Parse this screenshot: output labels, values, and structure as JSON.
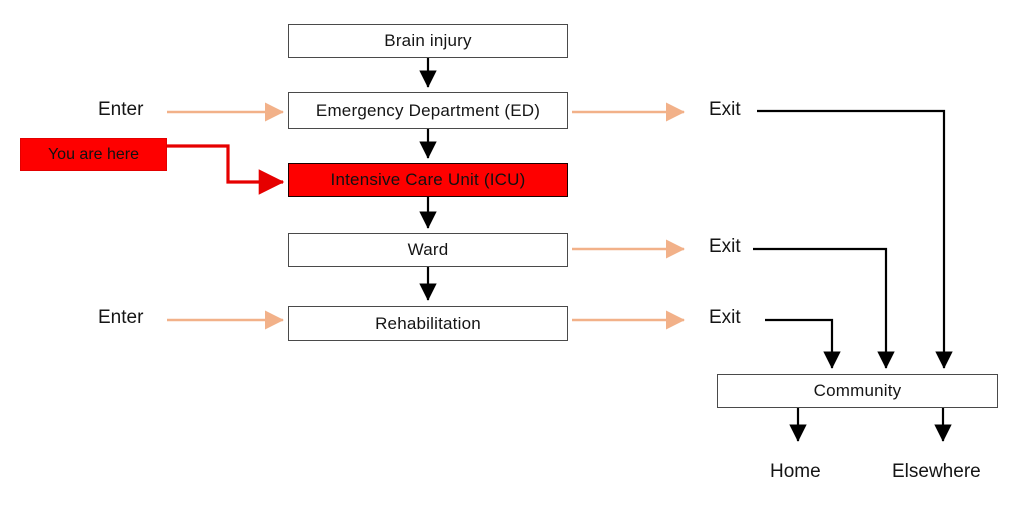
{
  "diagram": {
    "type": "flowchart",
    "nodes": {
      "brain_injury": "Brain injury",
      "ed": "Emergency Department (ED)",
      "icu": "Intensive Care Unit (ICU)",
      "ward": "Ward",
      "rehabilitation": "Rehabilitation",
      "community": "Community"
    },
    "labels": {
      "enter_ed": "Enter",
      "enter_rehab": "Enter",
      "exit_ed": "Exit",
      "exit_ward": "Exit",
      "exit_rehab": "Exit",
      "you_are_here": "You are here",
      "home": "Home",
      "elsewhere": "Elsewhere"
    },
    "highlighted_node": "Intensive Care Unit (ICU)",
    "edges": [
      {
        "from": "Brain injury",
        "to": "Emergency Department (ED)",
        "type": "flow"
      },
      {
        "from": "Emergency Department (ED)",
        "to": "Intensive Care Unit (ICU)",
        "type": "flow"
      },
      {
        "from": "Intensive Care Unit (ICU)",
        "to": "Ward",
        "type": "flow"
      },
      {
        "from": "Ward",
        "to": "Rehabilitation",
        "type": "flow"
      },
      {
        "from": "Enter",
        "to": "Emergency Department (ED)",
        "type": "entry"
      },
      {
        "from": "Enter",
        "to": "Rehabilitation",
        "type": "entry"
      },
      {
        "from": "Emergency Department (ED)",
        "to": "Exit",
        "type": "exit"
      },
      {
        "from": "Ward",
        "to": "Exit",
        "type": "exit"
      },
      {
        "from": "Rehabilitation",
        "to": "Exit",
        "type": "exit"
      },
      {
        "from": "Exit (ED)",
        "to": "Community",
        "type": "flow"
      },
      {
        "from": "Exit (Ward)",
        "to": "Community",
        "type": "flow"
      },
      {
        "from": "Exit (Rehabilitation)",
        "to": "Community",
        "type": "flow"
      },
      {
        "from": "Community",
        "to": "Home",
        "type": "flow"
      },
      {
        "from": "Community",
        "to": "Elsewhere",
        "type": "flow"
      },
      {
        "from": "You are here",
        "to": "Intensive Care Unit (ICU)",
        "type": "pointer"
      }
    ],
    "colors": {
      "highlight_red": "#fe0000",
      "pointer_red": "#e60000",
      "enter_exit_arrow_orange": "#f2b189",
      "connector_black": "#000000",
      "box_border_gray": "#4a4a4a",
      "background": "#ffffff"
    }
  }
}
